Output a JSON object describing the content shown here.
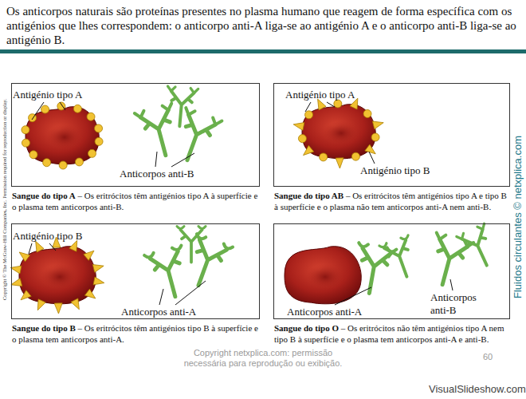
{
  "diagram": {
    "title": "Os anticorpos naturais são proteínas presentes no plasma humano que reagem de forma específica com os antigénios que lhes correspondem: o anticorpo anti-A liga-se ao antigénio A e o anticorpo anti-B liga-se ao antigénio B.",
    "nodes": [
      {
        "text": [
          "Sangue do tipo A",
          "– Os eritrócitos têm antigénios tipo A à superfície e o plasma tem anticorpos anti-B."
        ]
      },
      {
        "text": [
          "Sangue do tipo AB",
          "– Os eritrócitos têm antigénios tipo A e tipo B à superfície e o plasma não tem anticorpos anti-A nem anti-B."
        ]
      },
      {
        "text": [
          "Sangue do tipo B",
          "– Os eritrócitos têm antigénios tipo B à superfície e o plasma tem anticorpos anti-A."
        ]
      },
      {
        "text": [
          "Sangue do tipo O",
          "– Os eritrócitos não têm antigénios tipo A nem tipo B à superfície e o plasma tem anticorpos anti-A e anti-B."
        ]
      }
    ],
    "labels": [
      "Antigénio tipo A",
      "Anticorpos anti-B",
      "Antigénio tipo A",
      "Antigénio tipo B",
      "Antigénio tipo B",
      "Anticorpos anti-A",
      "Anticorpos anti-A",
      "Anticorpos anti-B",
      "Copyright © The McGraw-Hill Companies, Inc. Permission required for reproduction or display.",
      "Fluidos circulantes © netxplica.com",
      "Copyright netxplica.com: permissão necessária para reprodução ou exibição.",
      "60",
      "VisualSlideshow.com"
    ]
  }
}
